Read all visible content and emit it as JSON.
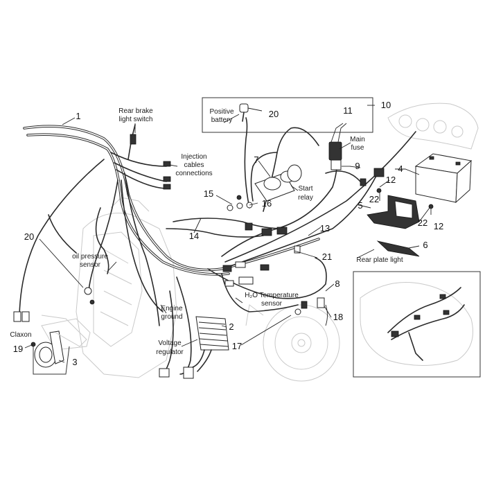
{
  "labels": {
    "rear_brake_switch": [
      "Rear brake",
      "light switch"
    ],
    "injection_cables": [
      "Injection",
      "cables",
      "connections"
    ],
    "positive_battery": [
      "Positive",
      "battery"
    ],
    "main_fuse": [
      "Main",
      "fuse"
    ],
    "start_relay": [
      "Start",
      "relay"
    ],
    "oil_pressure": [
      "oil pressure",
      "sensor"
    ],
    "engine_ground": [
      "Engine",
      "ground"
    ],
    "voltage_regulator": [
      "Voltage",
      "regulator"
    ],
    "h2o_temp": [
      "H₂O Temperature",
      "sensor"
    ],
    "claxon": "Claxon",
    "rear_plate_light": "Rear plate light"
  },
  "callouts": {
    "n1": "1",
    "n2": "2",
    "n3": "3",
    "n4": "4",
    "n5": "5",
    "n6": "6",
    "n7": "7",
    "n8": "8",
    "n9": "9",
    "n10": "10",
    "n11": "11",
    "n12a": "12",
    "n12b": "12",
    "n13": "13",
    "n14": "14",
    "n15": "15",
    "n16": "16",
    "n17": "17",
    "n18": "18",
    "n19": "19",
    "n20a": "20",
    "n20b": "20",
    "n21": "21",
    "n22a": "22",
    "n22b": "22"
  }
}
